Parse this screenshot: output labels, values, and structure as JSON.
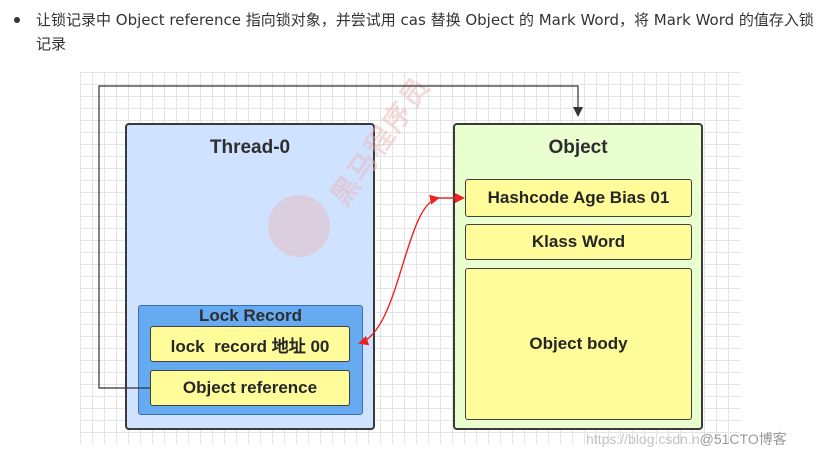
{
  "bullet": {
    "text": "让锁记录中 Object reference 指向锁对象，并尝试用 cas 替换 Object 的 Mark Word，将 Mark Word 的值存入锁记录"
  },
  "diagram": {
    "thread": {
      "title": "Thread-0",
      "lock_record": {
        "title": "Lock Record",
        "field_address": "lock  record 地址 00",
        "field_reference": "Object reference"
      }
    },
    "object": {
      "title": "Object",
      "mark_word": "Hashcode Age Bias 01",
      "klass_word": "Klass Word",
      "body": "Object body"
    }
  },
  "watermark": {
    "center_text": "黑马程序员",
    "footer_url": "https://blog.csdn.n",
    "footer_brand": "@51CTO博客"
  },
  "colors": {
    "thread_fill": "#cfe2ff",
    "object_fill": "#eaffd0",
    "lock_record_fill": "#66aaf2",
    "field_fill": "#fffc99",
    "swap_arrow": "#ee2222",
    "reference_line": "#333333"
  }
}
